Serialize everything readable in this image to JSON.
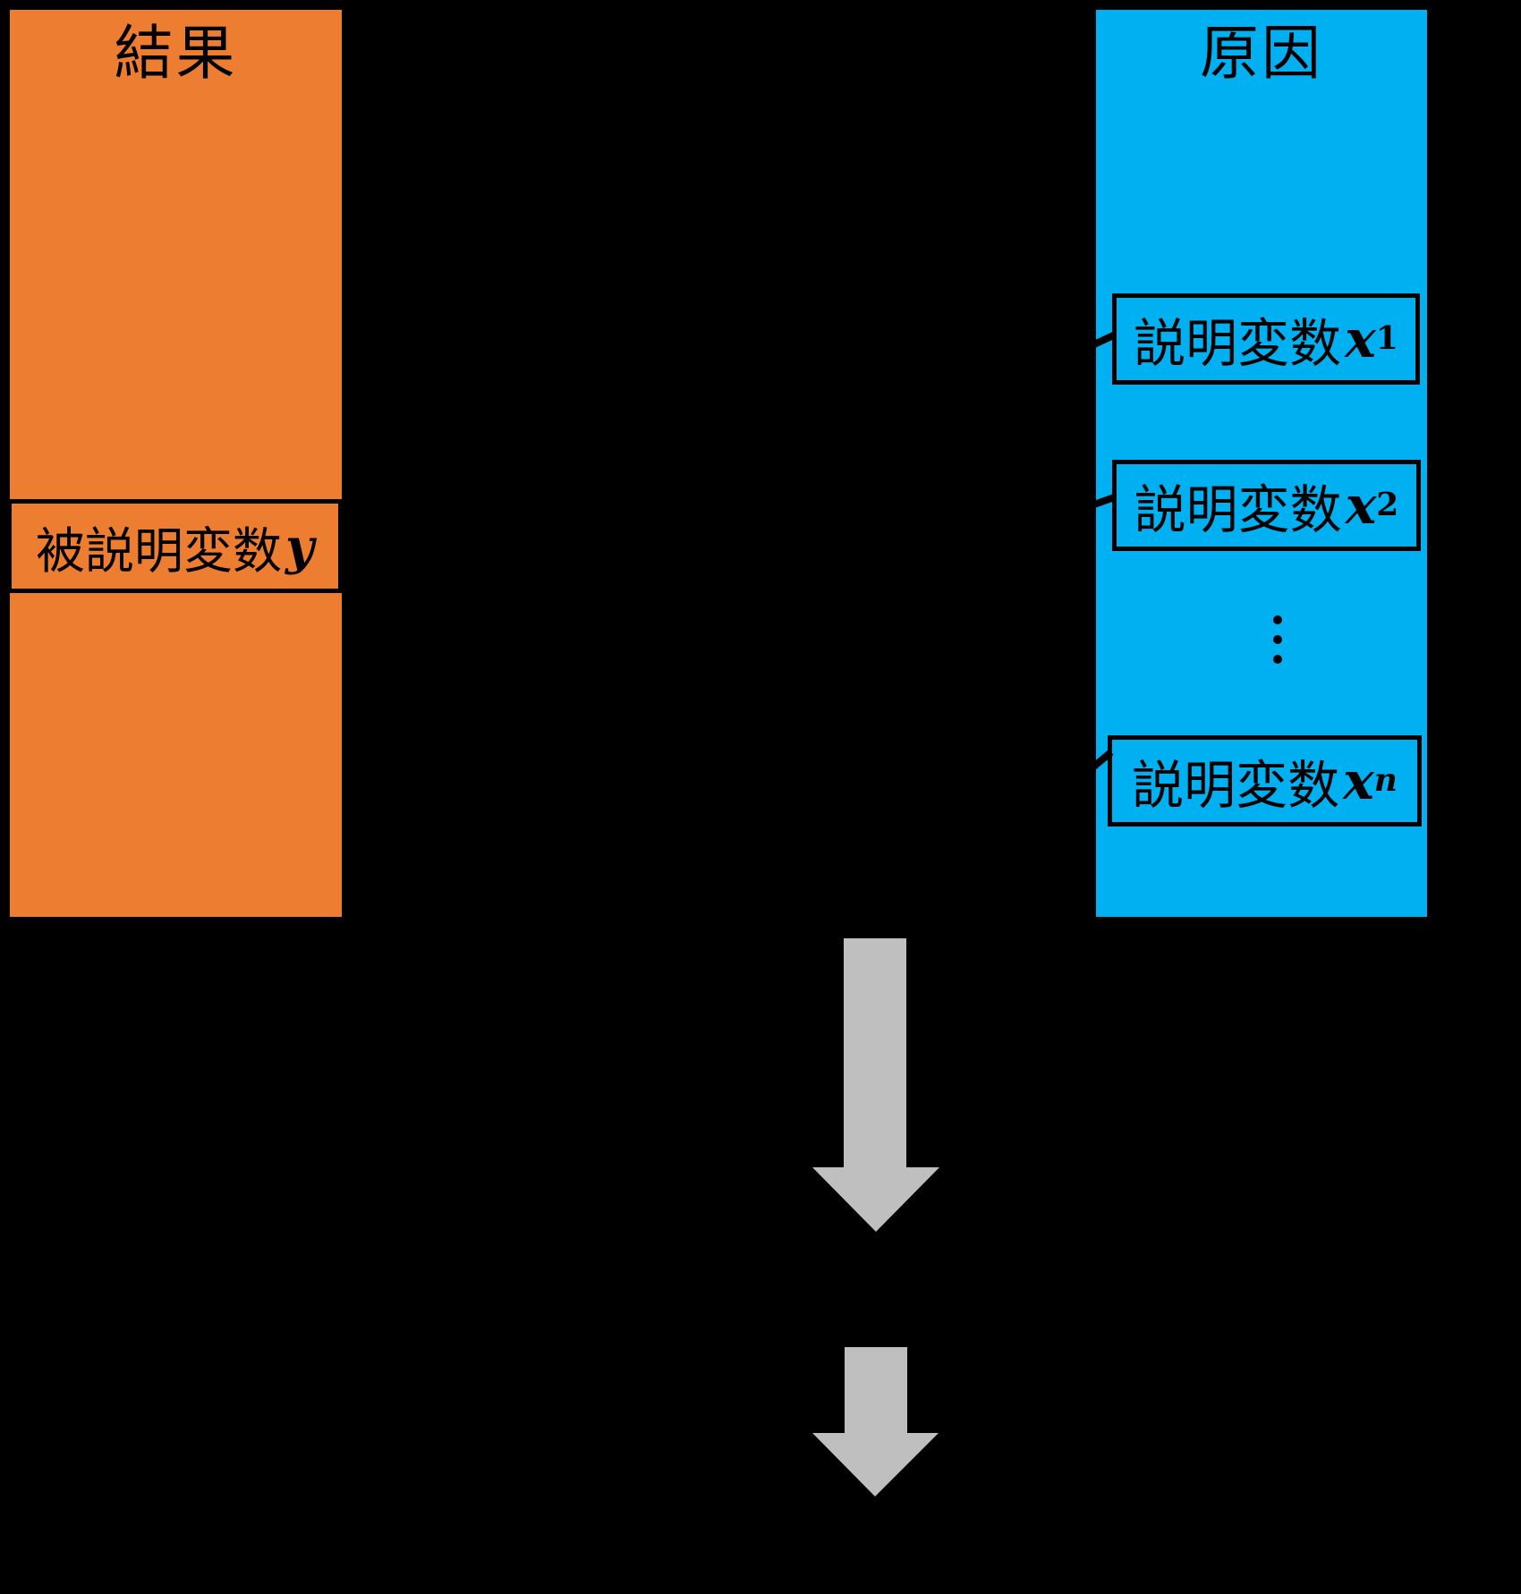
{
  "colors": {
    "background": "#000000",
    "result-fill": "#ED7D31",
    "cause-fill": "#00B0F0",
    "arrow-fill": "#BFBFBF",
    "line": "#000000"
  },
  "result_panel": {
    "title": "結果",
    "dependent_variable": {
      "label": "被説明変数",
      "variable": "y"
    }
  },
  "cause_panel": {
    "title": "原因",
    "explanatory_variables": [
      {
        "label": "説明変数",
        "variable": "x",
        "subscript": "1"
      },
      {
        "label": "説明変数",
        "variable": "x",
        "subscript": "2"
      },
      {
        "label": "説明変数",
        "variable": "x",
        "subscript": "n"
      }
    ],
    "ellipsis_symbol": "⋮"
  },
  "arrows": {
    "large": "down-arrow-icon",
    "small": "down-arrow-icon"
  }
}
